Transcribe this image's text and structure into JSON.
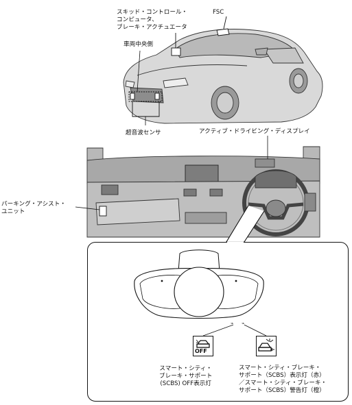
{
  "labels": {
    "skid_computer": [
      "スキッド・コントロール・",
      "コンピュータ、",
      "ブレーキ・アクチュエータ"
    ],
    "fsc": "FSC",
    "vehicle_center": "車両中央側",
    "ultrasonic_sensor": "超音波センサ",
    "active_driving_display": "アクティブ・ドライビング・ディスプレイ",
    "parking_assist": [
      "パーキング・アシスト・",
      "ユニット"
    ],
    "scbs_off": [
      "スマート・シティ・",
      "ブレーキ・サポート",
      "(SCBS) OFF表示灯"
    ],
    "scbs_indicator": [
      "スマート・シティ・ブレーキ・",
      "サポート（SCBS）表示灯（赤）",
      "／スマート・シティ・ブレーキ・",
      "サポート（SCBS）警告灯（橙）"
    ],
    "off_icon_text": "OFF"
  },
  "icons": {
    "scbs_off": "scbs-off-icon",
    "scbs_warning": "scbs-warning-icon"
  }
}
